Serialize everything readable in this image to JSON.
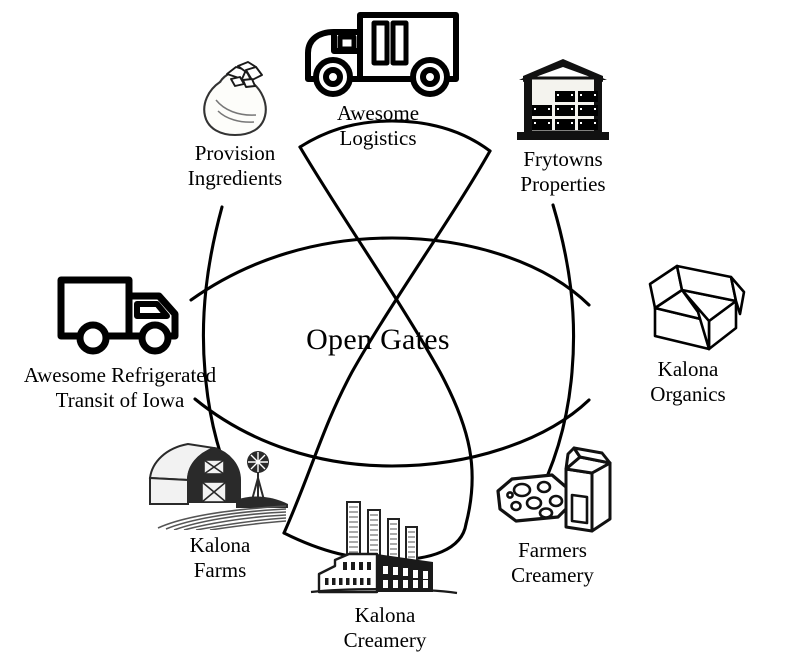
{
  "diagram": {
    "title": "Open Gates",
    "center": {
      "label": "Open Gates",
      "name": "center-label"
    },
    "background_color": "#ffffff",
    "line_color": "#000000",
    "nodes": [
      {
        "id": "awesome-logistics",
        "label": "Awesome\nLogistics",
        "icon": "delivery-truck-icon",
        "position": "top"
      },
      {
        "id": "provision-ingredients",
        "label": "Provision\nIngredients",
        "icon": "ingredient-sack-icon",
        "position": "top-left"
      },
      {
        "id": "frytowns-properties",
        "label": "Frytowns\nProperties",
        "icon": "warehouse-building-icon",
        "position": "top-right"
      },
      {
        "id": "kalona-organics",
        "label": "Kalona\nOrganics",
        "icon": "open-box-icon",
        "position": "right"
      },
      {
        "id": "farmers-creamery",
        "label": "Farmers\nCreamery",
        "icon": "cheese-and-milk-carton-icon",
        "position": "bottom-right"
      },
      {
        "id": "kalona-creamery",
        "label": "Kalona\nCreamery",
        "icon": "factory-icon",
        "position": "bottom"
      },
      {
        "id": "kalona-farms",
        "label": "Kalona\nFarms",
        "icon": "barn-farm-icon",
        "position": "bottom-left"
      },
      {
        "id": "awesome-refrigerated",
        "label": "Awesome Refrigerated\nTransit of Iowa",
        "icon": "refrigerated-truck-icon",
        "position": "left"
      }
    ]
  }
}
